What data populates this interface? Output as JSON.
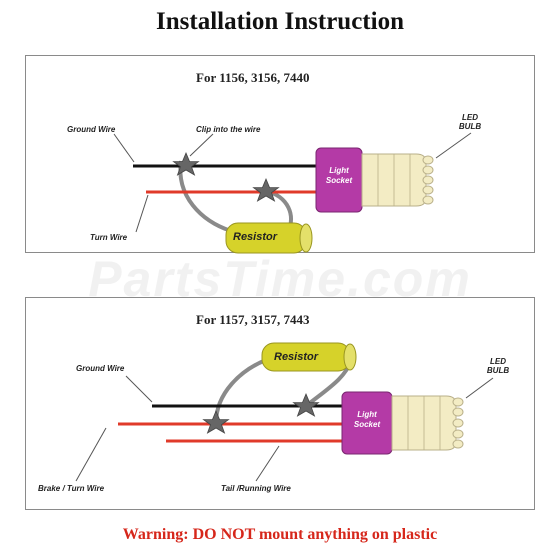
{
  "title": "Installation Instruction",
  "warning": "Warning: DO NOT mount anything on plastic",
  "watermark": "PartsTime.com",
  "colors": {
    "ground_wire": "#111111",
    "hot_wire": "#e03a2a",
    "socket": "#b43aa6",
    "resistor": "#d6d22a",
    "led_bulb": "#f3ecc4",
    "connector": "#8a8a8a",
    "warning": "#d6271b"
  },
  "panel_top": {
    "heading": "For 1156, 3156, 7440",
    "ground_wire": "Ground Wire",
    "clip": "Clip into the wire",
    "turn_wire": "Turn Wire",
    "resistor": "Resistor",
    "socket_line1": "Light",
    "socket_line2": "Socket",
    "led_line1": "LED",
    "led_line2": "BULB"
  },
  "panel_bottom": {
    "heading": "For 1157, 3157, 7443",
    "ground_wire": "Ground Wire",
    "brake_turn_wire": "Brake / Turn Wire",
    "tail_running_wire": "Tail /Running Wire",
    "resistor": "Resistor",
    "socket_line1": "Light",
    "socket_line2": "Socket",
    "led_line1": "LED",
    "led_line2": "BULB"
  }
}
